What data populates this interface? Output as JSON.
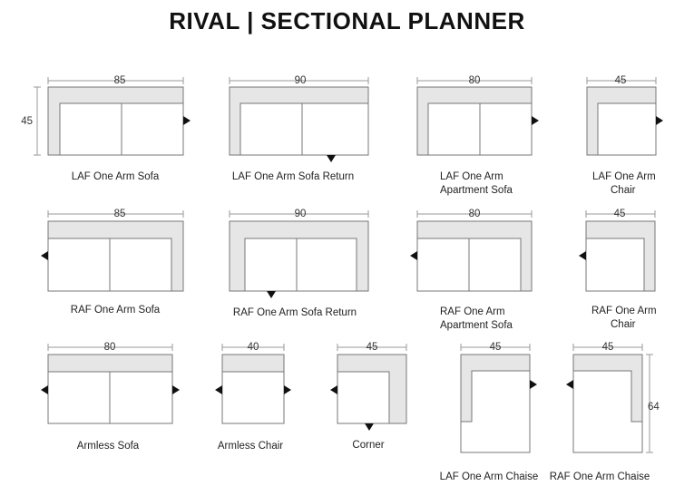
{
  "title": "RIVAL | SECTIONAL PLANNER",
  "pieces": [
    {
      "name": "LAF One Arm Sofa",
      "width": "85",
      "depth": "45"
    },
    {
      "name": "LAF One Arm Sofa Return",
      "width": "90"
    },
    {
      "name": "LAF One Arm Apartment Sofa",
      "width": "80"
    },
    {
      "name": "LAF One Arm Chair",
      "width": "45"
    },
    {
      "name": "RAF One Arm Sofa",
      "width": "85"
    },
    {
      "name": "RAF One Arm Sofa Return",
      "width": "90"
    },
    {
      "name": "RAF One Arm Apartment Sofa",
      "width": "80"
    },
    {
      "name": "RAF One Arm Chair",
      "width": "45"
    },
    {
      "name": "Armless Sofa",
      "width": "80"
    },
    {
      "name": "Armless Chair",
      "width": "40"
    },
    {
      "name": "Corner",
      "width": "45"
    },
    {
      "name": "LAF One Arm Chaise",
      "width": "45"
    },
    {
      "name": "RAF One Arm Chaise",
      "width": "45",
      "depth": "64"
    }
  ],
  "colors": {
    "frame": "#e6e6e6",
    "outline": "#777777",
    "seat": "#ffffff"
  }
}
